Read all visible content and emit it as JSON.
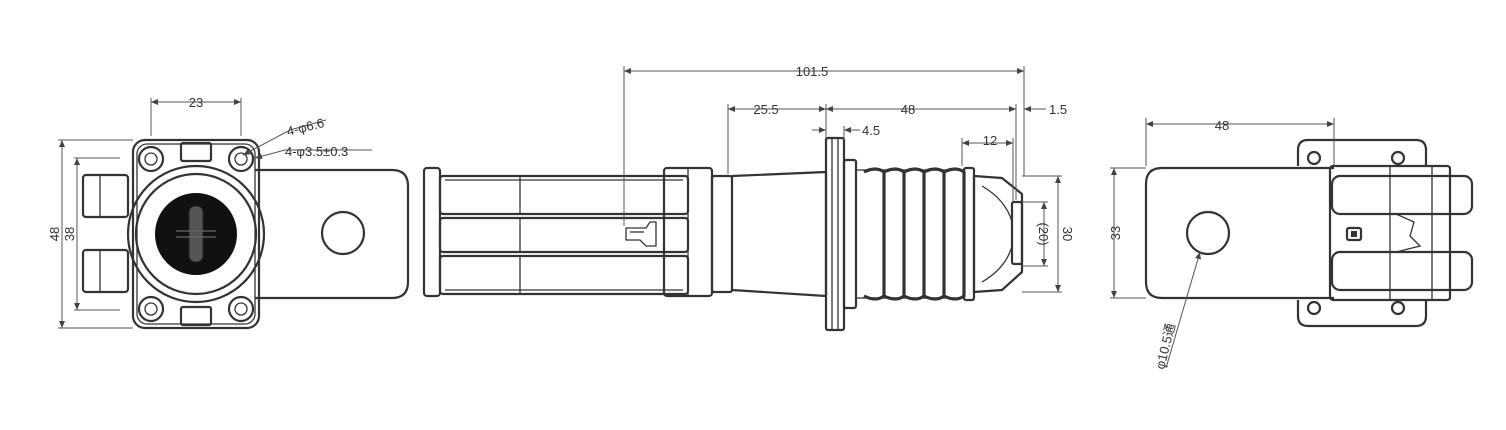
{
  "drawing": {
    "front_view": {
      "width_top": "23",
      "height_outer": "48",
      "height_inner": "38",
      "hole_note_1": "4-φ6.6",
      "hole_note_2": "4-φ3.5±0.3"
    },
    "side_view": {
      "overall_length": "101.5",
      "length_a": "25.5",
      "length_b": "48",
      "thickness_a": "4.5",
      "thickness_b": "1.5",
      "offset": "12",
      "diameter_small": "(20)",
      "diameter_large": "30"
    },
    "end_view": {
      "length": "48",
      "height": "33",
      "hole_note": "φ10.5通"
    }
  }
}
